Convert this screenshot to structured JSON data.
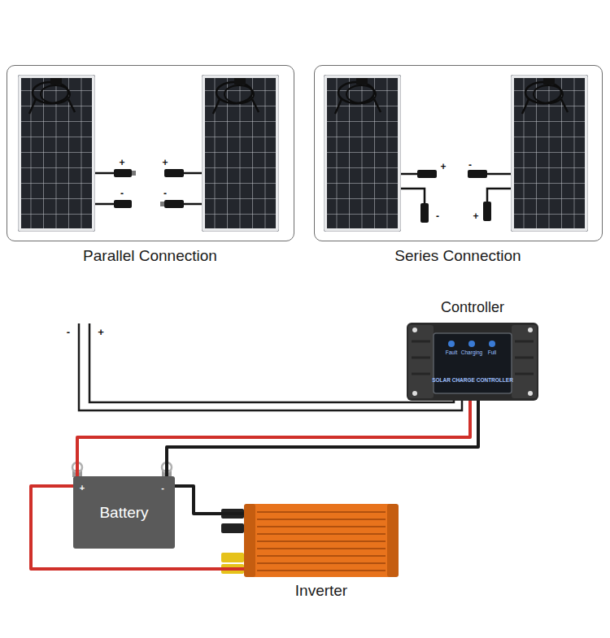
{
  "diagram": {
    "nodes": [
      {
        "text": [
          "Parallel Connection"
        ]
      },
      {
        "text": [
          "Series Connection"
        ]
      },
      {
        "text": [
          "Controller"
        ]
      },
      {
        "text": [
          "Battery"
        ]
      },
      {
        "text": [
          "Inverter"
        ]
      }
    ],
    "edges": [
      {
        "from": 2,
        "to": 3,
        "arrow": "none"
      },
      {
        "from": 2,
        "to": 3,
        "arrow": "none"
      },
      {
        "from": 3,
        "to": 4,
        "arrow": "none"
      },
      {
        "from": 3,
        "to": 4,
        "arrow": "none"
      }
    ],
    "labels": [
      "+",
      "-",
      "+",
      "-",
      "+",
      "-",
      "-",
      "+",
      "-",
      "+",
      "+",
      "-",
      "Fault",
      "Charging",
      "Full",
      "SOLAR CHARGE CONTROLLER"
    ]
  }
}
